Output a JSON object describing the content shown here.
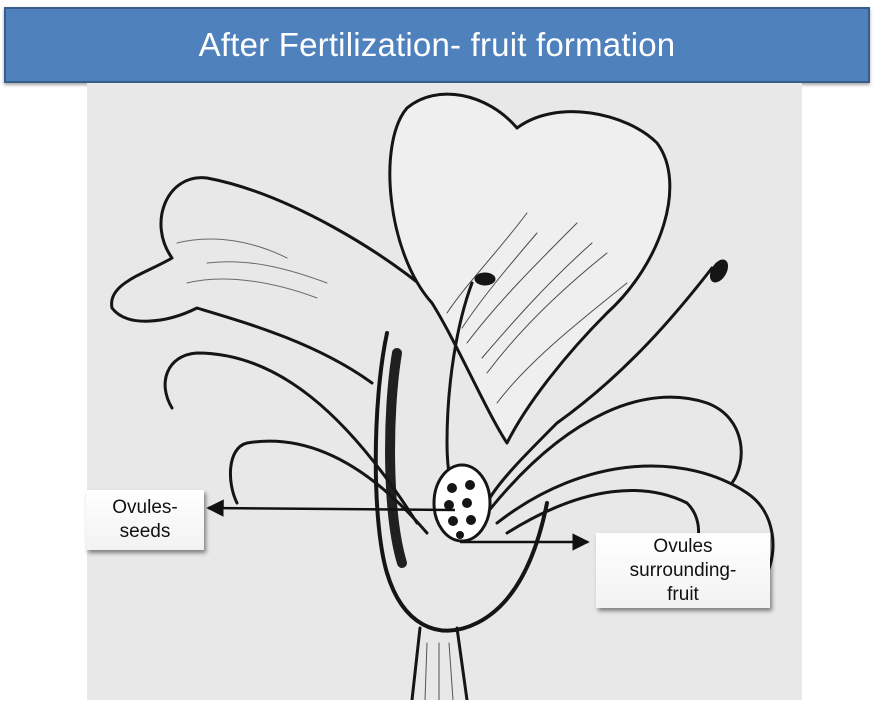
{
  "title": "After Fertilization- fruit formation",
  "labels": {
    "seeds": {
      "line1": "Ovules-",
      "line2": "seeds"
    },
    "fruit": {
      "line1": "Ovules",
      "line2": "surrounding-",
      "line3": "fruit"
    }
  },
  "colors": {
    "title_bg": "#4f81bd",
    "title_border": "#385d8a",
    "title_text": "#ffffff",
    "figure_bg": "#e8e8e8",
    "ink": "#111111"
  }
}
